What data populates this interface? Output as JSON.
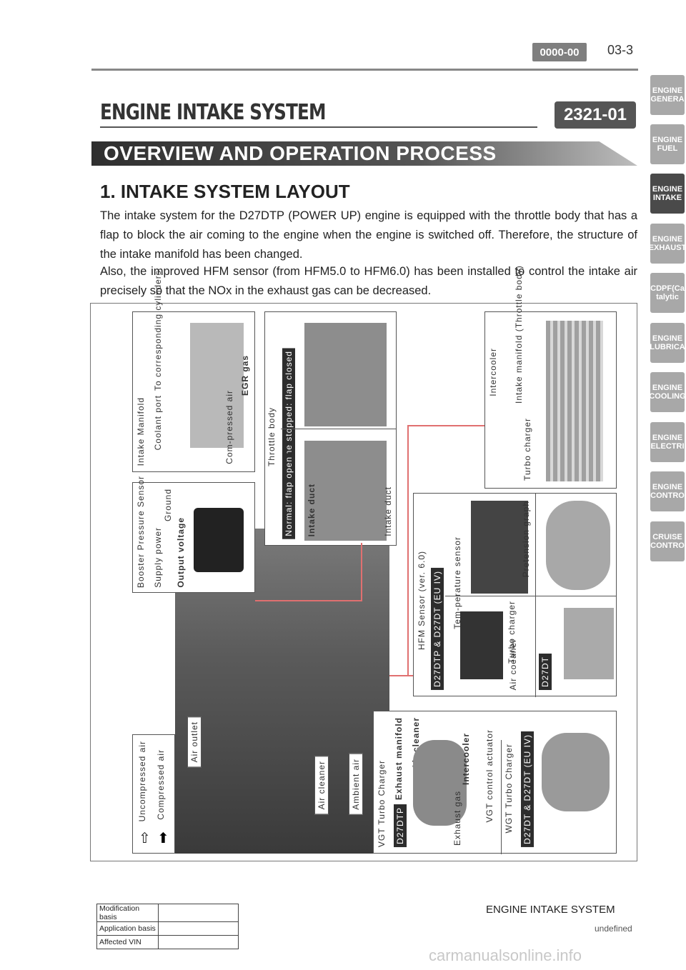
{
  "header": {
    "code": "0000-00",
    "page": "03-3"
  },
  "title": {
    "main": "ENGINE INTAKE SYSTEM",
    "code": "2321-01"
  },
  "banner": "OVERVIEW AND OPERATION PROCESS",
  "section": {
    "heading": "1. INTAKE SYSTEM LAYOUT",
    "paragraphs": [
      "The intake system for the D27DTP (POWER UP) engine is equipped with the throttle body that has a flap to block the air coming to the engine when the engine is switched off. Therefore, the structure of the intake manifold has been changed.",
      "Also, the improved HFM sensor (from HFM5.0 to HFM6.0) has been installed to control the intake air precisely so that the NOx in the exhaust gas can be decreased."
    ]
  },
  "figure": {
    "intake_manifold": {
      "title": "Intake Manifold",
      "coolant": "Coolant port",
      "cylinders": "To corresponding cylinders",
      "compressed": "Com-pressed air",
      "egr": "EGR gas"
    },
    "throttle_body": {
      "title": "Throttle body",
      "stopped": "Engine stopped: flap closed",
      "normal": "Normal: flap open",
      "duct1": "Intake duct",
      "duct2": "Intake duct"
    },
    "intercooler": {
      "title": "Intercooler",
      "manifold": "Intake manifold (Throttle body)",
      "turbo": "Turbo charger"
    },
    "booster": {
      "title": "Booster Pressure Sensor",
      "supply": "Supply power",
      "ground": "Ground",
      "output": "Output voltage"
    },
    "hfm": {
      "title": "HFM Sensor (ver. 6.0)",
      "tag1": "D27DTP & D27DT (EU IV)",
      "tag2": "D27DT",
      "temp": "Tem-perature sensor",
      "graph": "Pretension graph",
      "turbo": "Turbo charger",
      "air": "Air coeaner"
    },
    "vgt": {
      "title": "VGT Turbo Charger",
      "tag": "D27DTP",
      "exhaust_manifold": "Exhaust manifold",
      "air_cleaner": "Air cleaner",
      "intercooler": "Intercooler",
      "exhaust_gas": "Exhaust gas",
      "actuator": "VGT control actuator"
    },
    "wgt": {
      "title": "WGT Turbo Charger",
      "tag": "D27DT & D27DT (EU IV)"
    },
    "legend": {
      "uncompressed": "Uncompressed air",
      "compressed": "Compressed air"
    },
    "labels": {
      "air_outlet": "Air outlet",
      "air_cleaner": "Air cleaner",
      "ambient": "Ambient air"
    }
  },
  "footer": {
    "title": "ENGINE INTAKE SYSTEM",
    "sub": "undefined",
    "table": [
      {
        "label": "Modification basis",
        "value": ""
      },
      {
        "label": "Application basis",
        "value": ""
      },
      {
        "label": "Affected VIN",
        "value": ""
      }
    ]
  },
  "side_tabs": [
    {
      "line1": "ENGINE",
      "line2": "GENERA"
    },
    {
      "line1": "ENGINE",
      "line2": "FUEL"
    },
    {
      "line1": "ENGINE",
      "line2": "INTAKE"
    },
    {
      "line1": "ENGINE",
      "line2": "EXHAUST"
    },
    {
      "line1": "CDPF(Ca",
      "line2": "talytic"
    },
    {
      "line1": "ENGINE",
      "line2": "LUBRICA"
    },
    {
      "line1": "ENGINE",
      "line2": "COOLING"
    },
    {
      "line1": "ENGINE",
      "line2": "ELECTRI"
    },
    {
      "line1": "ENGINE",
      "line2": "CONTRO"
    },
    {
      "line1": "CRUISE",
      "line2": "CONTRO"
    }
  ],
  "watermark": "carmanualsonline.info"
}
